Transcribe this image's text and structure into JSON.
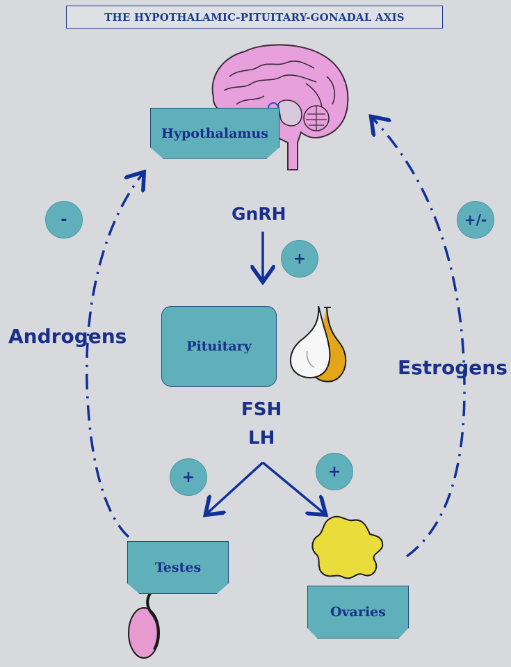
{
  "title": "THE HYPOTHALAMIC-PITUITARY-GONADAL AXIS",
  "nodes": {
    "hypothalamus": "Hypothalamus",
    "pituitary": "Pituitary",
    "testes": "Testes",
    "ovaries": "Ovaries"
  },
  "hormones": {
    "gnrh": "GnRH",
    "fsh": "FSH",
    "lh": "LH",
    "androgens": "Androgens",
    "estrogens": "Estrogens"
  },
  "signs": {
    "androgens_feedback": "-",
    "estrogens_feedback": "+/-",
    "gnrh_effect": "+",
    "testes_effect": "+",
    "ovaries_effect": "+"
  },
  "colors": {
    "background": "#d8d9dc",
    "box_fill": "#5fb0bb",
    "text": "#1a2f8a",
    "arrow": "#10309a",
    "brain": "#e8a0dc",
    "pituitary_anterior": "#e3a51a",
    "ovary": "#eadc3a",
    "testis": "#e79ad0"
  }
}
